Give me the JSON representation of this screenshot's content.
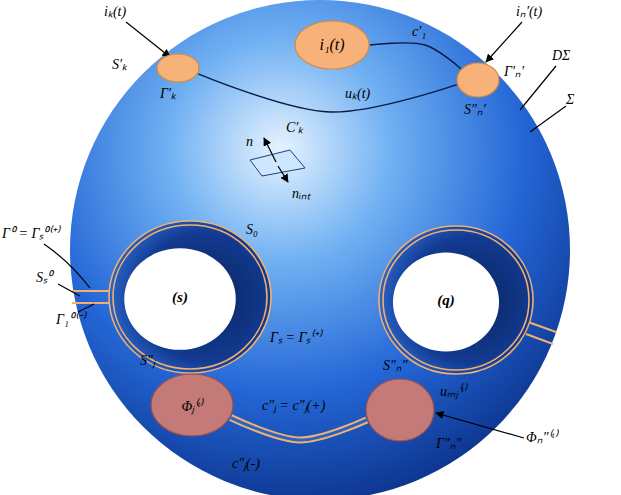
{
  "diagram": {
    "nodes": [
      {
        "text": [
          "i₁(t)"
        ]
      },
      {
        "text": [
          "S′ₖ"
        ]
      },
      {
        "text": [
          "S″ₙ′"
        ]
      },
      {
        "text": [
          "(s)"
        ]
      },
      {
        "text": [
          "(q)"
        ]
      },
      {
        "text": [
          "S″ⱼ",
          "Φⱼ⁽ᵗ⁾"
        ]
      },
      {
        "text": [
          "S″ₙ″"
        ]
      }
    ],
    "edges": [
      {
        "from": 1,
        "to": 2,
        "arrow": "none",
        "label": "uₖ(t)"
      },
      {
        "from": 0,
        "to": 2,
        "arrow": "none",
        "label": "c′₁"
      },
      {
        "from": 5,
        "to": 6,
        "arrow": "none",
        "label": "c″ⱼ = c″ⱼ(+)"
      }
    ],
    "labels": [
      "iₖ(t)",
      "iₙ′(t)",
      "DΣ",
      "Σ",
      "Γ′ₖ",
      "C′ₖ",
      "Γ′ₙ′",
      "n",
      "nᵢₙₜ",
      "S₀",
      "Γ⁰ = Γₛ⁰⁽⁺⁾",
      "Sₛ⁰",
      "Γ₁⁰⁽⁻⁾",
      "Γₛ = Γₛ⁽⁺⁾",
      "uₘⱼ⁽ᵗ⁾",
      "Γ″ₙ″",
      "Φₙ″⁽ᵗ⁾",
      "c″ⱼ(-)"
    ]
  }
}
